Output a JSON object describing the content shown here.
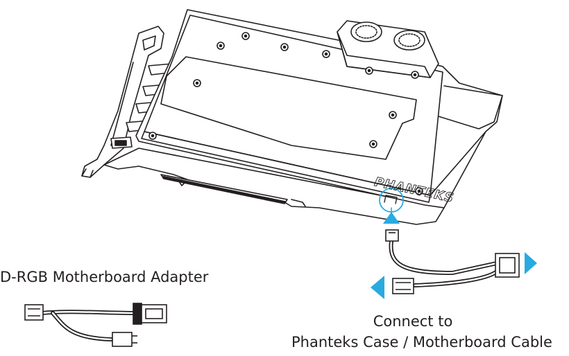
{
  "labels": {
    "adapter": "D-RGB Motherboard Adapter",
    "connect_line1": "Connect to",
    "connect_line2": "Phanteks Case / Motherboard Cable"
  },
  "card_logo": "PHANTEKS",
  "colors": {
    "line": "#231f20",
    "arrow": "#29aae1",
    "highlight": "#29aae1"
  }
}
